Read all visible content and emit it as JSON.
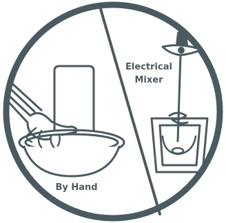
{
  "labels": {
    "electrical_line1": "Electrical",
    "electrical_line2": "Mixer",
    "by_hand": "By Hand"
  },
  "colors": {
    "stroke": "#4b5a60",
    "background": "#ffffff"
  },
  "icons": [
    "hand-icon",
    "bowl-icon",
    "container-icon",
    "mixer-icon",
    "whisk-icon"
  ]
}
